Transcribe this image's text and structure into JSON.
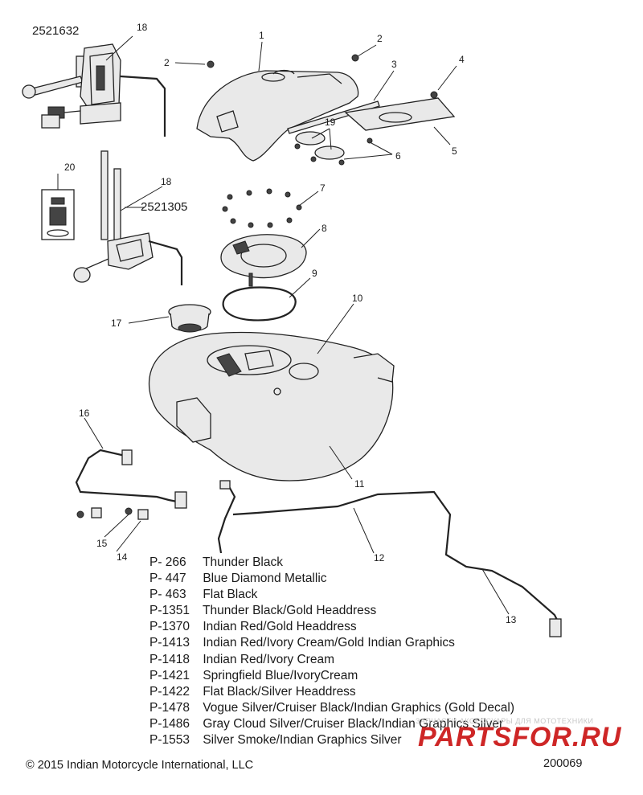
{
  "part_numbers": {
    "top_left": "2521632",
    "middle_left": "2521305"
  },
  "callouts": {
    "c1": "1",
    "c2a": "2",
    "c2b": "2",
    "c3": "3",
    "c4": "4",
    "c5": "5",
    "c6": "6",
    "c7": "7",
    "c8": "8",
    "c9": "9",
    "c10": "10",
    "c11": "11",
    "c12": "12",
    "c13": "13",
    "c14": "14",
    "c15": "15",
    "c16": "16",
    "c17": "17",
    "c18a": "18",
    "c18b": "18",
    "c19": "19",
    "c20": "20"
  },
  "color_codes": [
    {
      "code": "P- 266",
      "name": "Thunder Black"
    },
    {
      "code": "P- 447",
      "name": "Blue Diamond Metallic"
    },
    {
      "code": "P- 463",
      "name": "Flat Black"
    },
    {
      "code": "P-1351",
      "name": "Thunder Black/Gold Headdress"
    },
    {
      "code": "P-1370",
      "name": "Indian Red/Gold Headdress"
    },
    {
      "code": "P-1413",
      "name": "Indian Red/Ivory Cream/Gold Indian Graphics"
    },
    {
      "code": "P-1418",
      "name": "Indian Red/Ivory Cream"
    },
    {
      "code": "P-1421",
      "name": "Springfield Blue/IvoryCream"
    },
    {
      "code": "P-1422",
      "name": "Flat Black/Silver Headdress"
    },
    {
      "code": "P-1478",
      "name": "Vogue Silver/Cruiser Black/Indian Graphics (Gold Decal)"
    },
    {
      "code": "P-1486",
      "name": "Gray Cloud Silver/Cruiser Black/Indian Graphics Silver"
    },
    {
      "code": "P-1553",
      "name": "Silver Smoke/Indian Graphics Silver"
    }
  ],
  "footer": {
    "copyright": "© 2015 Indian Motorcycle International, LLC",
    "drawing_number": "200069"
  },
  "watermark": {
    "tagline": "ЗАПЧАСТИ АКСЕССУАРЫ ДЛЯ МОТОТЕХНИКИ",
    "brand": "PARTSFOR.RU",
    "brand_color": "#cc1b1b"
  }
}
